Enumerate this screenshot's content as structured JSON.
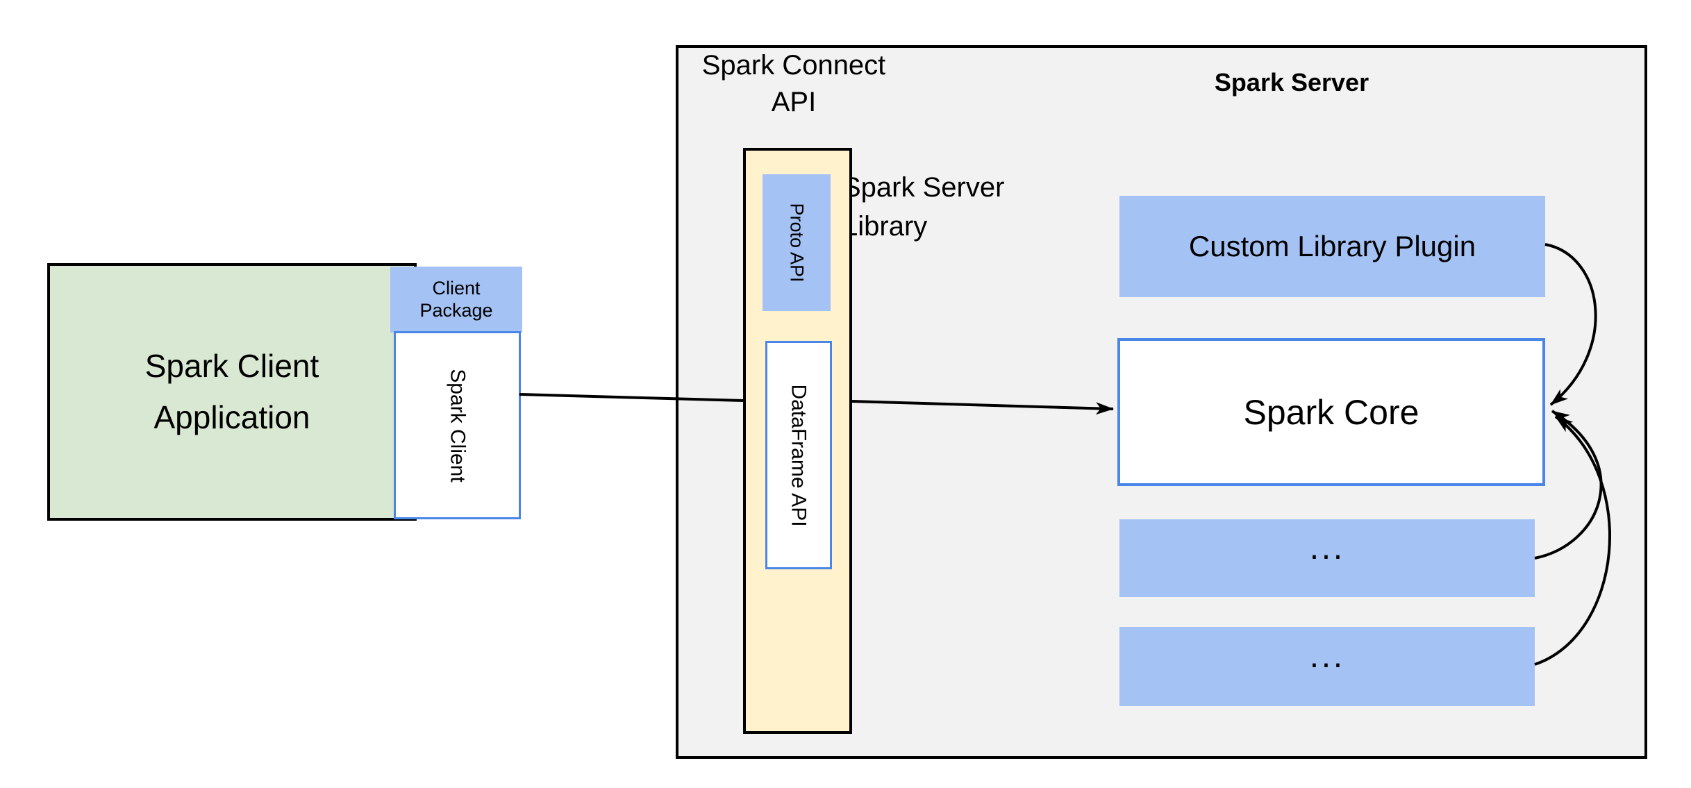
{
  "colors": {
    "canvas-bg": "#ffffff",
    "panel-gray": "#f2f2f2",
    "box-green": "#d9e8d3",
    "box-blue": "#a4c2f4",
    "box-tan": "#fff2cc",
    "border-blue": "#4a86e8",
    "line-black": "#000000"
  },
  "client": {
    "app_label": "Spark Client\nApplication",
    "package_label": "Client\nPackage",
    "spark_client_label": "Spark Client"
  },
  "connect_api": {
    "title": "Spark Connect\nAPI",
    "proto_label": "Proto API",
    "dataframe_label": "DataFrame API",
    "server_library_label": "Spark Server\nLibrary"
  },
  "server": {
    "title": "Spark Server",
    "custom_plugin_label": "Custom Library Plugin",
    "spark_core_label": "Spark Core",
    "slot1_label": "...",
    "slot2_label": "..."
  }
}
